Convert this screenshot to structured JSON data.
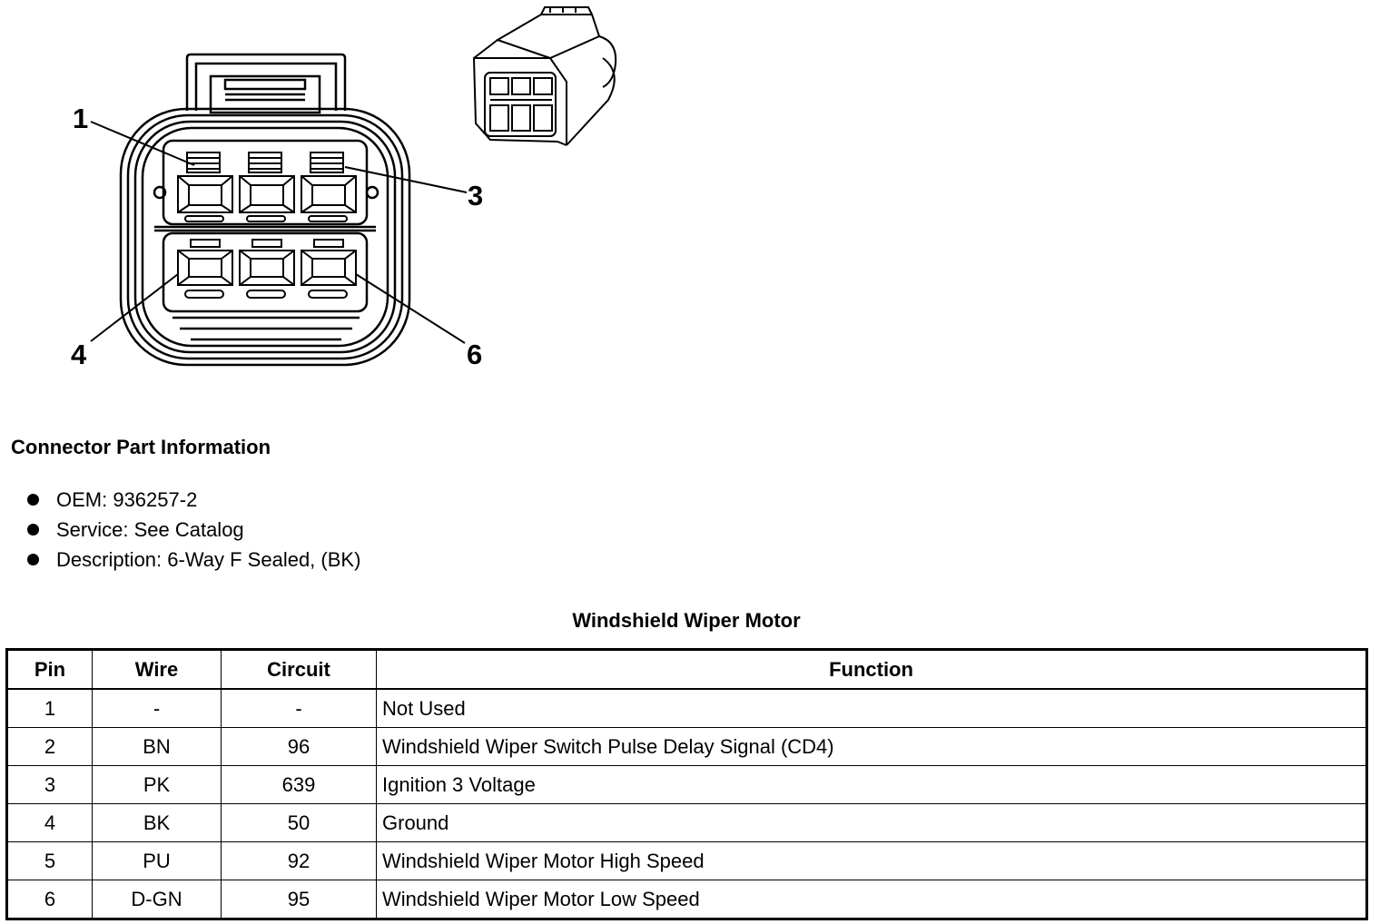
{
  "diagram": {
    "callouts": {
      "p1": "1",
      "p3": "3",
      "p4": "4",
      "p6": "6"
    }
  },
  "connector_info": {
    "title": "Connector Part Information",
    "items": [
      "OEM: 936257-2",
      "Service: See Catalog",
      "Description: 6-Way F Sealed, (BK)"
    ]
  },
  "table": {
    "title": "Windshield Wiper Motor",
    "headers": {
      "pin": "Pin",
      "wire": "Wire",
      "circuit": "Circuit",
      "function": "Function"
    },
    "rows": [
      {
        "pin": "1",
        "wire": "-",
        "circuit": "-",
        "function": "Not Used"
      },
      {
        "pin": "2",
        "wire": "BN",
        "circuit": "96",
        "function": "Windshield Wiper Switch Pulse Delay Signal (CD4)"
      },
      {
        "pin": "3",
        "wire": "PK",
        "circuit": "639",
        "function": "Ignition 3 Voltage"
      },
      {
        "pin": "4",
        "wire": "BK",
        "circuit": "50",
        "function": "Ground"
      },
      {
        "pin": "5",
        "wire": "PU",
        "circuit": "92",
        "function": "Windshield Wiper Motor High Speed"
      },
      {
        "pin": "6",
        "wire": "D-GN",
        "circuit": "95",
        "function": "Windshield Wiper Motor Low Speed"
      }
    ]
  }
}
